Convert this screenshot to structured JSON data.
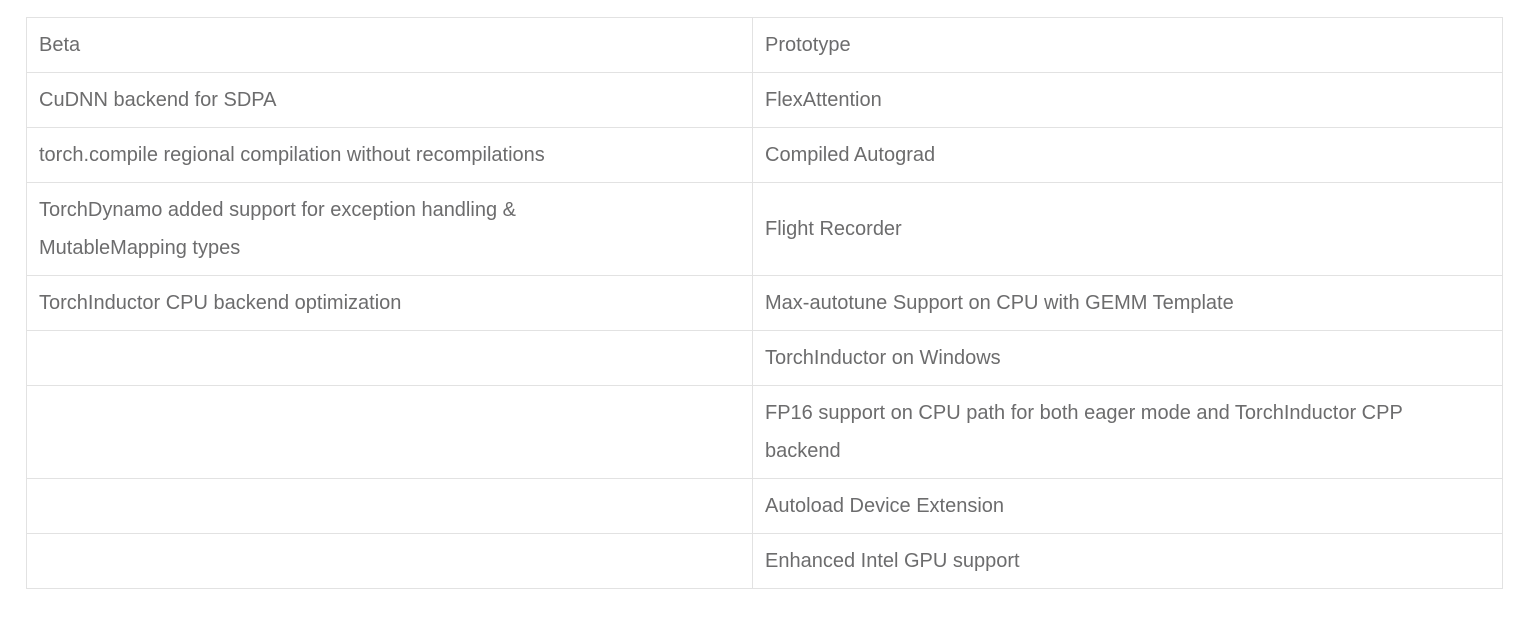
{
  "colors": {
    "background": "#ffffff",
    "text": "#6c6c6d",
    "border": "#e2e2e2"
  },
  "table": {
    "headers": [
      "Beta",
      "Prototype"
    ],
    "rows": [
      [
        "CuDNN backend for SDPA",
        "FlexAttention"
      ],
      [
        "torch.compile regional compilation without recompilations",
        "Compiled Autograd"
      ],
      [
        "TorchDynamo added support for exception handling &\nMutableMapping types",
        "Flight Recorder"
      ],
      [
        "TorchInductor CPU backend optimization",
        "Max-autotune Support on CPU with GEMM Template"
      ],
      [
        "",
        "TorchInductor on Windows"
      ],
      [
        "",
        "FP16 support on CPU path for both eager mode and TorchInductor CPP\nbackend"
      ],
      [
        "",
        "Autoload Device Extension"
      ],
      [
        "",
        "Enhanced Intel GPU support"
      ]
    ]
  }
}
